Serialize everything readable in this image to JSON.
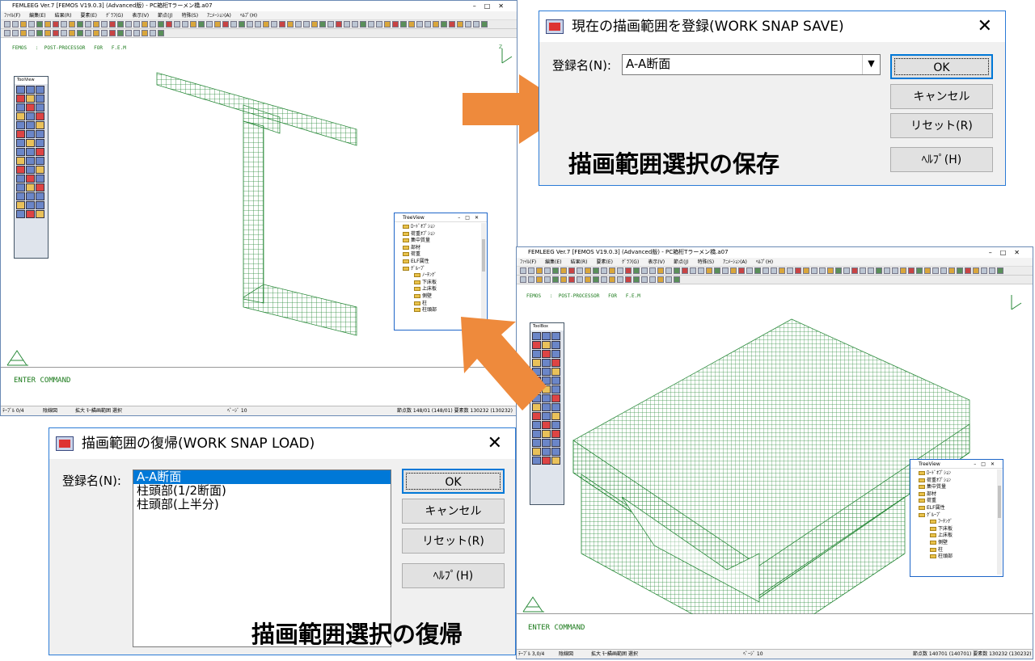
{
  "win1": {
    "title": "FEMLEEG Ver.7 [FEMOS V19.0.3] (Advanced版) - PC箱桁Tラーメン橋.a07",
    "menu": [
      "ﾌｧｲﾙ(F)",
      "編集(E)",
      "結果(R)",
      "要素(E)",
      "ｸﾞﾗﾌ(G)",
      "表示(V)",
      "節点(J)",
      "特殊(S)",
      "ｱﾆﾒｰｼｮﾝ(A)",
      "ﾍﾙﾌﾟ(H)"
    ],
    "header": "FEMOS   :  POST-PROCESSOR   FOR   F.E.M",
    "command": "ENTER COMMAND",
    "status": [
      "ﾃｰﾌﾞﾙ 0/4",
      "陰線図",
      "拡大 ﾓｰﾄﾞ",
      "描画範囲 選択",
      "ﾍﾟｰｼﾞ 10",
      "節点数 148/01 (148/01)  要素数 130232 (130232)"
    ],
    "toolbox_title": "ToolView"
  },
  "win2": {
    "title": "FEMLEEG Ver.7 [FEMOS V19.0.3] (Advanced版) - PC箱桁Tラーメン橋.a07",
    "menu": [
      "ﾌｧｲﾙ(F)",
      "編集(E)",
      "結果(R)",
      "要素(E)",
      "ｸﾞﾗﾌ(G)",
      "表示(V)",
      "節点(J)",
      "特殊(S)",
      "ｱﾆﾒｰｼｮﾝ(A)",
      "ﾍﾙﾌﾟ(H)"
    ],
    "header": "FEMOS   :  POST-PROCESSOR   FOR   F.E.M",
    "command": "ENTER COMMAND",
    "status": [
      "ﾃｰﾌﾞﾙ 3,0/4",
      "陰線図",
      "拡大 ﾓｰﾄﾞ",
      "描画範囲 選択",
      "ﾍﾟｰｼﾞ 10",
      "節点数 140701 (140701)  要素数 130232 (130232)"
    ],
    "toolbox_title": "ToolBox"
  },
  "tree": {
    "title": "TreeView",
    "items": [
      "ﾛｰﾄﾞｵﾌﾟｼｮﾝ",
      "荷重ｵﾌﾟｼｮﾝ",
      "集中質量",
      "部材",
      "荷重",
      "ELF属性",
      "ｸﾞﾙｰﾌﾟ",
      "ﾉｰﾁﾝｸﾞ",
      "下床板",
      "上床板",
      "側壁",
      "柱",
      "柱頭部"
    ]
  },
  "tree2": {
    "items": [
      "ﾛｰﾄﾞｵﾌﾟｼｮﾝ",
      "荷重ｵﾌﾟｼｮﾝ",
      "集中質量",
      "部材",
      "荷重",
      "ELF属性",
      "ｸﾞﾙｰﾌﾟ",
      "ﾌｰﾁﾝｸﾞ",
      "下床板",
      "上床板",
      "側壁",
      "柱",
      "柱頭部"
    ]
  },
  "save_dialog": {
    "title": "現在の描画範囲を登録(WORK SNAP SAVE)",
    "label": "登録名(N):",
    "value": "A-A断面",
    "ok": "OK",
    "cancel": "キャンセル",
    "reset": "リセット(R)",
    "help": "ﾍﾙﾌﾟ(H)",
    "caption": "描画範囲選択の保存"
  },
  "load_dialog": {
    "title": "描画範囲の復帰(WORK SNAP LOAD)",
    "label": "登録名(N):",
    "items": [
      "A-A断面",
      "柱頭部(1/2断面)",
      "柱頭部(上半分)"
    ],
    "ok": "OK",
    "cancel": "キャンセル",
    "reset": "リセット(R)",
    "help": "ﾍﾙﾌﾟ(H)",
    "caption": "描画範囲選択の復帰"
  },
  "colors": {
    "mesh": "#2a8a3a",
    "arrow": "#ee8a3c",
    "accent": "#0078d7"
  }
}
